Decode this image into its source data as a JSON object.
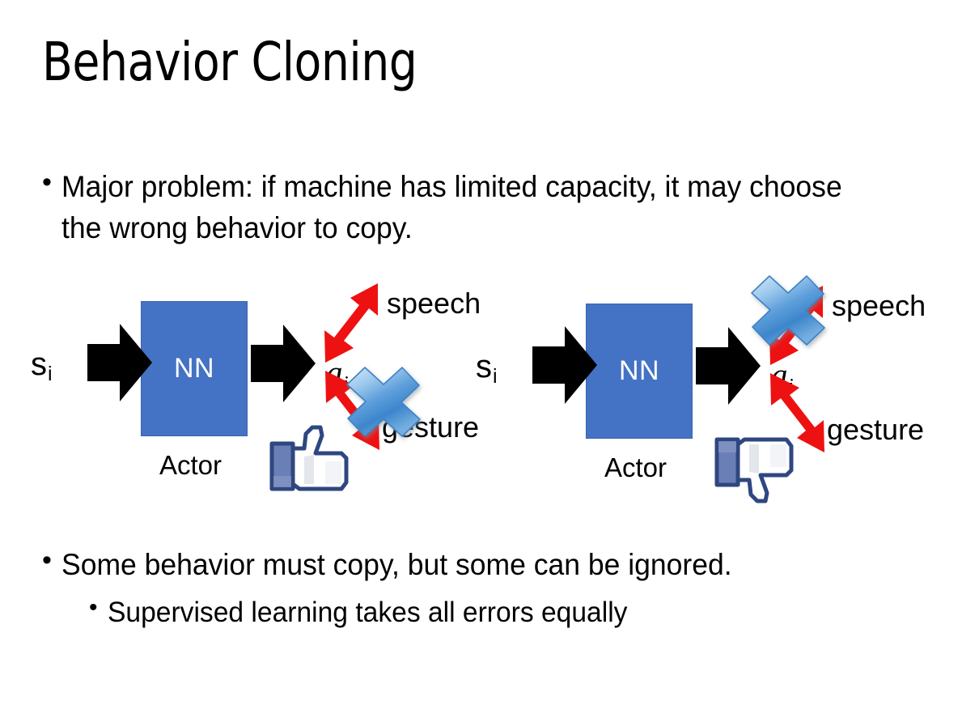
{
  "slide": {
    "title": "Behavior Cloning",
    "background_color": "#FFFFFF",
    "text_color": "#000000"
  },
  "bullets": [
    {
      "id": "bullet-1",
      "level": 1,
      "marker": "•",
      "text": "Major problem: if machine has limited capacity, it may choose the wrong behavior to copy."
    },
    {
      "id": "bullet-2",
      "level": 1,
      "marker": "•",
      "text": "Some behavior must copy, but some can be ignored."
    },
    {
      "id": "bullet-3",
      "level": 2,
      "marker": "•",
      "text": "Supervised learning takes all errors equally"
    }
  ],
  "diagrams": [
    {
      "id": "diagram-left",
      "state_label": "s",
      "state_subscript": "i",
      "network_label": "NN",
      "network_caption": "Actor",
      "action_label": "a",
      "action_hat": "ˆ",
      "action_subscript": "i",
      "outputs": [
        {
          "label": "speech",
          "crossed_out": false
        },
        {
          "label": "gesture",
          "crossed_out": true
        }
      ],
      "verdict_icon": "thumbs-up-icon",
      "verdict": "approved"
    },
    {
      "id": "diagram-right",
      "state_label": "s",
      "state_subscript": "i",
      "network_label": "NN",
      "network_caption": "Actor",
      "action_label": "a",
      "action_hat": "ˆ",
      "action_subscript": "i",
      "outputs": [
        {
          "label": "speech",
          "crossed_out": true
        },
        {
          "label": "gesture",
          "crossed_out": false
        }
      ],
      "verdict_icon": "thumbs-down-icon",
      "verdict": "rejected"
    }
  ],
  "colors": {
    "network_fill": "#4472C4",
    "network_border": "#3A63AE",
    "network_text": "#FFFFFF",
    "arrow_black": "#000000",
    "arrow_red": "#EE1111",
    "cross_blue_light": "#BDD9F2",
    "cross_blue_mid": "#4A90D9",
    "cross_blue_dark": "#2A6CB0",
    "thumb_outline": "#3B5998",
    "thumb_fill": "#FFFFFF",
    "thumb_shade": "#E3E6EB",
    "thumb_cuff": "#6A7FB5"
  }
}
